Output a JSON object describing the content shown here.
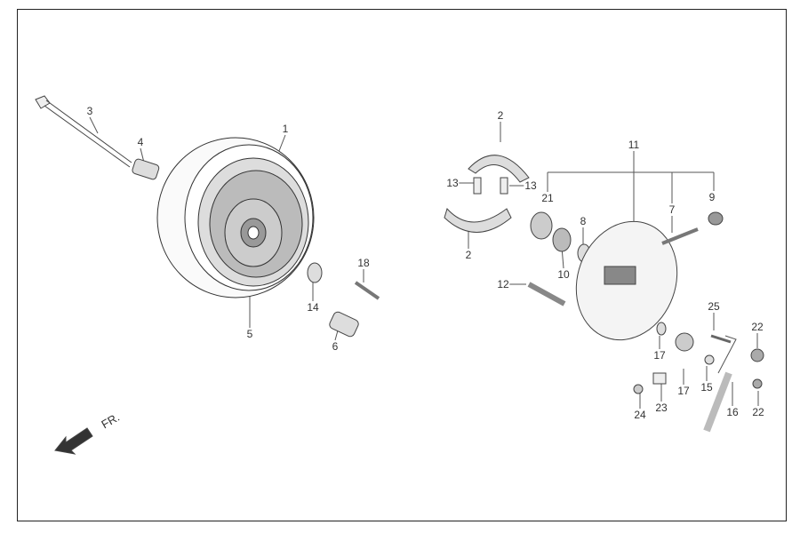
{
  "title": "Rear wheel / brake parts diagram",
  "direction_label": "FR.",
  "labels": {
    "p1": "1",
    "p2a": "2",
    "p2b": "2",
    "p3": "3",
    "p4": "4",
    "p5": "5",
    "p6": "6",
    "p7": "7",
    "p8": "8",
    "p9": "9",
    "p10": "10",
    "p11": "11",
    "p12": "12",
    "p13a": "13",
    "p13b": "13",
    "p14": "14",
    "p15": "15",
    "p16": "16",
    "p17a": "17",
    "p17b": "17",
    "p18": "18",
    "p21": "21",
    "p22a": "22",
    "p22b": "22",
    "p23": "23",
    "p24": "24",
    "p25": "25"
  }
}
